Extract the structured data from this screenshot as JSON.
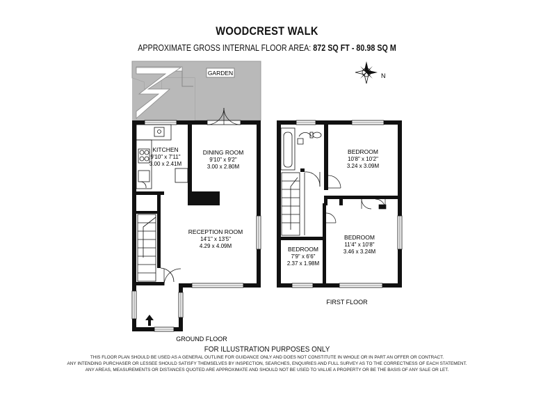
{
  "header": {
    "title": "WOODCREST WALK",
    "area_label": "APPROXIMATE GROSS INTERNAL FLOOR AREA:",
    "area_value": "872 SQ FT  -  80.98 SQ M"
  },
  "compass": {
    "label": "N"
  },
  "garden": {
    "label": "GARDEN"
  },
  "ground_floor": {
    "label": "GROUND FLOOR",
    "rooms": [
      {
        "name": "KITCHEN",
        "imperial": "9'10\" x 7'11\"",
        "metric": "3.00 x 2.41M"
      },
      {
        "name": "DINING ROOM",
        "imperial": "9'10\" x 9'2\"",
        "metric": "3.00 x 2.80M"
      },
      {
        "name": "RECEPTION ROOM",
        "imperial": "14'1\" x 13'5\"",
        "metric": "4.29 x 4.09M"
      }
    ]
  },
  "first_floor": {
    "label": "FIRST FLOOR",
    "rooms": [
      {
        "name": "BEDROOM",
        "imperial": "10'8\" x 10'2\"",
        "metric": "3.24 x 3.09M"
      },
      {
        "name": "BEDROOM",
        "imperial": "11'4\" x 10'8\"",
        "metric": "3.46 x 3.24M"
      },
      {
        "name": "BEDROOM",
        "imperial": "7'9\" x 6'6\"",
        "metric": "2.37 x 1.98M"
      }
    ]
  },
  "footer": {
    "illustration": "FOR ILLUSTRATION PURPOSES ONLY",
    "disclaimer_1": "THIS FLOOR PLAN SHOULD BE USED AS A GENERAL OUTLINE FOR GUIDANCE ONLY AND DOES NOT CONSTITUTE IN WHOLE OR IN PART AN OFFER OR CONTRACT.",
    "disclaimer_2": "ANY INTENDING PURCHASER OR LESSEE SHOULD SATISFY THEMSELVES BY INSPECTION, SEARCHES, ENQUIRIES AND FULL SURVEY AS TO THE CORRECTNESS OF EACH STATEMENT.",
    "disclaimer_3": "ANY AREAS, MEASUREMENTS OR DISTANCES QUOTED ARE APPROXIMATE AND SHOULD NOT BE USED TO VALUE A PROPERTY OR BE THE BASIS OF ANY SALE OR LET."
  }
}
